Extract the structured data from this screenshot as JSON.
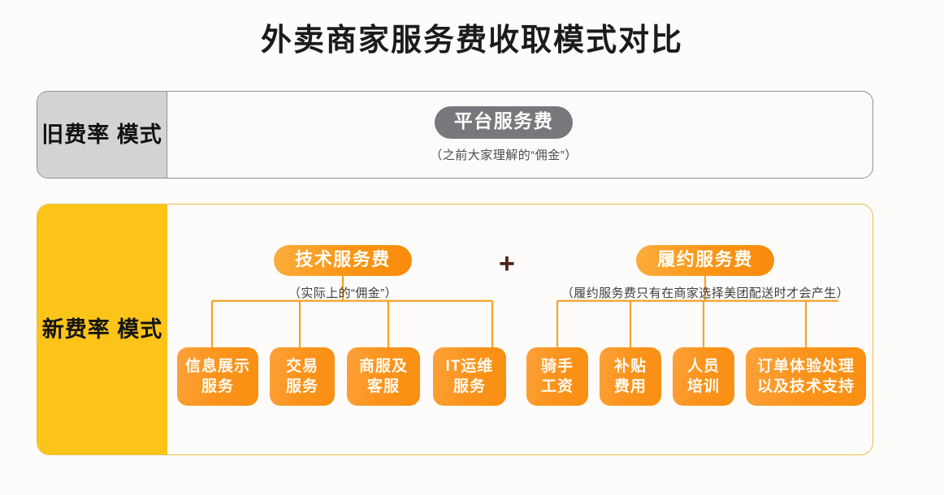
{
  "title": "外卖商家服务费收取模式对比",
  "colors": {
    "yellow": "#FCC419",
    "orange": "#FB9416",
    "gray_badge": "#77787B",
    "gray_label": "#D2D3D5",
    "plus": "#4C2417",
    "frame_border_yellow": "#E7BF48",
    "frame_border_gray": "#8F9097"
  },
  "old_mode": {
    "label": "旧费率\n模式",
    "label_lines": [
      "旧费率",
      "模式"
    ],
    "badge": "平台服务费",
    "caption": "（之前大家理解的“佣金”）"
  },
  "new_mode": {
    "label_lines": [
      "新费率",
      "模式"
    ],
    "operator": "+",
    "groups": [
      {
        "badge": "技术服务费",
        "caption": "（实际上的“佣金”）",
        "items": [
          {
            "lines": [
              "信息展示",
              "服务"
            ]
          },
          {
            "lines": [
              "交易",
              "服务"
            ]
          },
          {
            "lines": [
              "商服及",
              "客服"
            ]
          },
          {
            "lines": [
              "IT运维",
              "服务"
            ]
          }
        ]
      },
      {
        "badge": "履约服务费",
        "caption": "（履约服务费只有在商家选择美团配送时才会产生）",
        "items": [
          {
            "lines": [
              "骑手",
              "工资"
            ]
          },
          {
            "lines": [
              "补贴",
              "费用"
            ]
          },
          {
            "lines": [
              "人员",
              "培训"
            ]
          },
          {
            "lines": [
              "订单体验处理",
              "以及技术支持"
            ]
          }
        ]
      }
    ]
  }
}
